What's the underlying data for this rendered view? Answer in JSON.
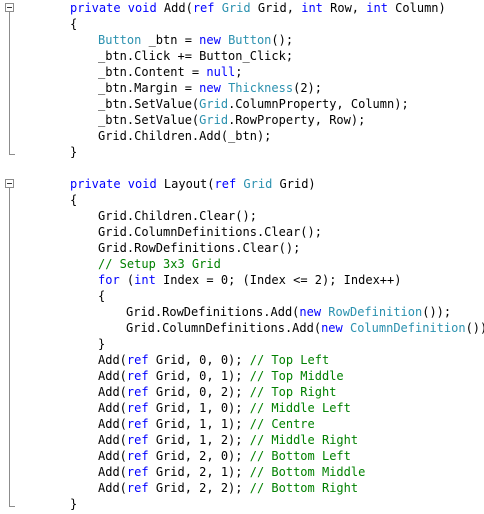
{
  "colors": {
    "keyword": "#0000ff",
    "type": "#2b91af",
    "comment": "#008000",
    "text": "#000000",
    "background": "#ffffff",
    "gutter": "#8c8c8c"
  },
  "lines": [
    {
      "indent": 0,
      "tokens": [
        {
          "t": "kw",
          "s": "private void "
        },
        {
          "t": "text",
          "s": "Add("
        },
        {
          "t": "kw",
          "s": "ref "
        },
        {
          "t": "type",
          "s": "Grid"
        },
        {
          "t": "text",
          "s": " Grid, "
        },
        {
          "t": "kw",
          "s": "int"
        },
        {
          "t": "text",
          "s": " Row, "
        },
        {
          "t": "kw",
          "s": "int"
        },
        {
          "t": "text",
          "s": " Column)"
        }
      ]
    },
    {
      "indent": 0,
      "tokens": [
        {
          "t": "text",
          "s": "{"
        }
      ]
    },
    {
      "indent": 1,
      "tokens": [
        {
          "t": "type",
          "s": "Button"
        },
        {
          "t": "text",
          "s": " _btn = "
        },
        {
          "t": "kw",
          "s": "new "
        },
        {
          "t": "type",
          "s": "Button"
        },
        {
          "t": "text",
          "s": "();"
        }
      ]
    },
    {
      "indent": 1,
      "tokens": [
        {
          "t": "text",
          "s": "_btn.Click += Button_Click;"
        }
      ]
    },
    {
      "indent": 1,
      "tokens": [
        {
          "t": "text",
          "s": "_btn.Content = "
        },
        {
          "t": "kw",
          "s": "null"
        },
        {
          "t": "text",
          "s": ";"
        }
      ]
    },
    {
      "indent": 1,
      "tokens": [
        {
          "t": "text",
          "s": "_btn.Margin = "
        },
        {
          "t": "kw",
          "s": "new "
        },
        {
          "t": "type",
          "s": "Thickness"
        },
        {
          "t": "text",
          "s": "(2);"
        }
      ]
    },
    {
      "indent": 1,
      "tokens": [
        {
          "t": "text",
          "s": "_btn.SetValue("
        },
        {
          "t": "type",
          "s": "Grid"
        },
        {
          "t": "text",
          "s": ".ColumnProperty, Column);"
        }
      ]
    },
    {
      "indent": 1,
      "tokens": [
        {
          "t": "text",
          "s": "_btn.SetValue("
        },
        {
          "t": "type",
          "s": "Grid"
        },
        {
          "t": "text",
          "s": ".RowProperty, Row);"
        }
      ]
    },
    {
      "indent": 1,
      "tokens": [
        {
          "t": "text",
          "s": "Grid.Children.Add(_btn);"
        }
      ]
    },
    {
      "indent": 0,
      "tokens": [
        {
          "t": "text",
          "s": "}"
        }
      ]
    },
    {
      "indent": 0,
      "tokens": []
    },
    {
      "indent": 0,
      "tokens": [
        {
          "t": "kw",
          "s": "private void "
        },
        {
          "t": "text",
          "s": "Layout("
        },
        {
          "t": "kw",
          "s": "ref "
        },
        {
          "t": "type",
          "s": "Grid"
        },
        {
          "t": "text",
          "s": " Grid)"
        }
      ]
    },
    {
      "indent": 0,
      "tokens": [
        {
          "t": "text",
          "s": "{"
        }
      ]
    },
    {
      "indent": 1,
      "tokens": [
        {
          "t": "text",
          "s": "Grid.Children.Clear();"
        }
      ]
    },
    {
      "indent": 1,
      "tokens": [
        {
          "t": "text",
          "s": "Grid.ColumnDefinitions.Clear();"
        }
      ]
    },
    {
      "indent": 1,
      "tokens": [
        {
          "t": "text",
          "s": "Grid.RowDefinitions.Clear();"
        }
      ]
    },
    {
      "indent": 1,
      "tokens": [
        {
          "t": "comment",
          "s": "// Setup 3x3 Grid"
        }
      ]
    },
    {
      "indent": 1,
      "tokens": [
        {
          "t": "kw",
          "s": "for "
        },
        {
          "t": "text",
          "s": "("
        },
        {
          "t": "kw",
          "s": "int"
        },
        {
          "t": "text",
          "s": " Index = 0; (Index <= 2); Index++)"
        }
      ]
    },
    {
      "indent": 1,
      "tokens": [
        {
          "t": "text",
          "s": "{"
        }
      ]
    },
    {
      "indent": 2,
      "tokens": [
        {
          "t": "text",
          "s": "Grid.RowDefinitions.Add("
        },
        {
          "t": "kw",
          "s": "new "
        },
        {
          "t": "type",
          "s": "RowDefinition"
        },
        {
          "t": "text",
          "s": "());"
        }
      ]
    },
    {
      "indent": 2,
      "tokens": [
        {
          "t": "text",
          "s": "Grid.ColumnDefinitions.Add("
        },
        {
          "t": "kw",
          "s": "new "
        },
        {
          "t": "type",
          "s": "ColumnDefinition"
        },
        {
          "t": "text",
          "s": "());"
        }
      ]
    },
    {
      "indent": 1,
      "tokens": [
        {
          "t": "text",
          "s": "}"
        }
      ]
    },
    {
      "indent": 1,
      "tokens": [
        {
          "t": "text",
          "s": "Add("
        },
        {
          "t": "kw",
          "s": "ref "
        },
        {
          "t": "text",
          "s": "Grid, 0, 0); "
        },
        {
          "t": "comment",
          "s": "// Top Left"
        }
      ]
    },
    {
      "indent": 1,
      "tokens": [
        {
          "t": "text",
          "s": "Add("
        },
        {
          "t": "kw",
          "s": "ref "
        },
        {
          "t": "text",
          "s": "Grid, 0, 1); "
        },
        {
          "t": "comment",
          "s": "// Top Middle"
        }
      ]
    },
    {
      "indent": 1,
      "tokens": [
        {
          "t": "text",
          "s": "Add("
        },
        {
          "t": "kw",
          "s": "ref "
        },
        {
          "t": "text",
          "s": "Grid, 0, 2); "
        },
        {
          "t": "comment",
          "s": "// Top Right"
        }
      ]
    },
    {
      "indent": 1,
      "tokens": [
        {
          "t": "text",
          "s": "Add("
        },
        {
          "t": "kw",
          "s": "ref "
        },
        {
          "t": "text",
          "s": "Grid, 1, 0); "
        },
        {
          "t": "comment",
          "s": "// Middle Left"
        }
      ]
    },
    {
      "indent": 1,
      "tokens": [
        {
          "t": "text",
          "s": "Add("
        },
        {
          "t": "kw",
          "s": "ref "
        },
        {
          "t": "text",
          "s": "Grid, 1, 1); "
        },
        {
          "t": "comment",
          "s": "// Centre"
        }
      ]
    },
    {
      "indent": 1,
      "tokens": [
        {
          "t": "text",
          "s": "Add("
        },
        {
          "t": "kw",
          "s": "ref "
        },
        {
          "t": "text",
          "s": "Grid, 1, 2); "
        },
        {
          "t": "comment",
          "s": "// Middle Right"
        }
      ]
    },
    {
      "indent": 1,
      "tokens": [
        {
          "t": "text",
          "s": "Add("
        },
        {
          "t": "kw",
          "s": "ref "
        },
        {
          "t": "text",
          "s": "Grid, 2, 0); "
        },
        {
          "t": "comment",
          "s": "// Bottom Left"
        }
      ]
    },
    {
      "indent": 1,
      "tokens": [
        {
          "t": "text",
          "s": "Add("
        },
        {
          "t": "kw",
          "s": "ref "
        },
        {
          "t": "text",
          "s": "Grid, 2, 1); "
        },
        {
          "t": "comment",
          "s": "// Bottom Middle"
        }
      ]
    },
    {
      "indent": 1,
      "tokens": [
        {
          "t": "text",
          "s": "Add("
        },
        {
          "t": "kw",
          "s": "ref "
        },
        {
          "t": "text",
          "s": "Grid, 2, 2); "
        },
        {
          "t": "comment",
          "s": "// Bottom Right"
        }
      ]
    },
    {
      "indent": 0,
      "tokens": [
        {
          "t": "text",
          "s": "}"
        }
      ]
    }
  ]
}
